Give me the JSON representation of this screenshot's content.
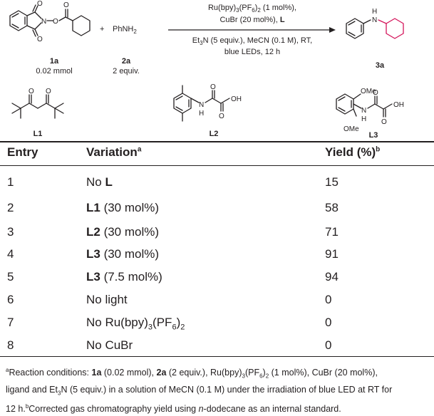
{
  "scheme": {
    "reactant1": {
      "label": "1a",
      "amount": "0.02 mmol",
      "atom_N": "N",
      "atom_O": "O"
    },
    "plus": "+",
    "reactant2": {
      "formula": "PhNH",
      "sub": "2",
      "label": "2a",
      "amount": "2 equiv."
    },
    "conditions_top_1": "Ru(bpy)",
    "conditions_top_1_sub1": "3",
    "conditions_top_1_mid": "(PF",
    "conditions_top_1_sub2": "6",
    "conditions_top_1_end": ")",
    "conditions_top_1_sub3": "2",
    "conditions_top_1_tail": " (1 mol%),",
    "conditions_top_2": "CuBr (20 mol%), ",
    "conditions_top_2_bold": "L",
    "conditions_bottom_1a": "Et",
    "conditions_bottom_1_sub": "3",
    "conditions_bottom_1b": "N (5 equiv.), MeCN (0.1 M), RT,",
    "conditions_bottom_2": "blue LEDs, 12 h",
    "product": {
      "label": "3a",
      "atom_NH": "H",
      "atom_N": "N"
    },
    "ligands": [
      {
        "label": "L1"
      },
      {
        "label": "L2",
        "atom_H": "H",
        "atom_N": "N",
        "atom_OH": "OH",
        "atom_O1": "O",
        "atom_O2": "O"
      },
      {
        "label": "L3",
        "atom_H": "H",
        "atom_N": "N",
        "atom_OH": "OH",
        "atom_O1": "O",
        "atom_O2": "O",
        "ome_top": "OMe",
        "ome_bottom": "OMe"
      }
    ]
  },
  "table": {
    "headers": {
      "entry": "Entry",
      "variation": "Variation",
      "variation_sup": "a",
      "yield": "Yield (%)",
      "yield_sup": "b"
    },
    "rows": [
      {
        "entry": "1",
        "variation_plain": "No ",
        "variation_bold": "L",
        "variation_tail": "",
        "yield": "15"
      },
      {
        "entry": "2",
        "variation_plain": "",
        "variation_bold": "L1",
        "variation_tail": " (30 mol%)",
        "yield": "58"
      },
      {
        "entry": "3",
        "variation_plain": "",
        "variation_bold": "L2",
        "variation_tail": " (30 mol%)",
        "yield": "71"
      },
      {
        "entry": "4",
        "variation_plain": "",
        "variation_bold": "L3",
        "variation_tail": " (30 mol%)",
        "yield": "91"
      },
      {
        "entry": "5",
        "variation_plain": "",
        "variation_bold": "L3",
        "variation_tail": " (7.5 mol%)",
        "yield": "94"
      },
      {
        "entry": "6",
        "variation_plain": "No light",
        "variation_bold": "",
        "variation_tail": "",
        "yield": "0"
      },
      {
        "entry": "7",
        "variation_plain": "No Ru(bpy)",
        "variation_bold": "",
        "variation_tail": "",
        "yield": "0",
        "ru": true
      },
      {
        "entry": "8",
        "variation_plain": "No CuBr",
        "variation_bold": "",
        "variation_tail": "",
        "yield": "0"
      }
    ]
  },
  "footnote": {
    "a_mark": "a",
    "a_text_1": "Reaction conditions: ",
    "a_bold_1": "1a",
    "a_text_2": " (0.02 mmol), ",
    "a_bold_2": "2a",
    "a_text_3": " (2 equiv.), Ru(bpy)",
    "a_sub_1": "3",
    "a_text_4": "(PF",
    "a_sub_2": "6",
    "a_text_5": ")",
    "a_sub_3": "2",
    "a_text_6": " (1 mol%), CuBr (20 mol%),",
    "line2_1": "ligand and Et",
    "line2_sub": "3",
    "line2_2": "N (5 equiv.) in a solution of MeCN (0.1 M) under the irradiation of blue LED at RT for",
    "line3_1": "12 h.",
    "b_mark": "b",
    "line3_2": "Corrected gas chromatography yield using ",
    "line3_italic": "n",
    "line3_3": "-dodecane as an internal standard."
  }
}
